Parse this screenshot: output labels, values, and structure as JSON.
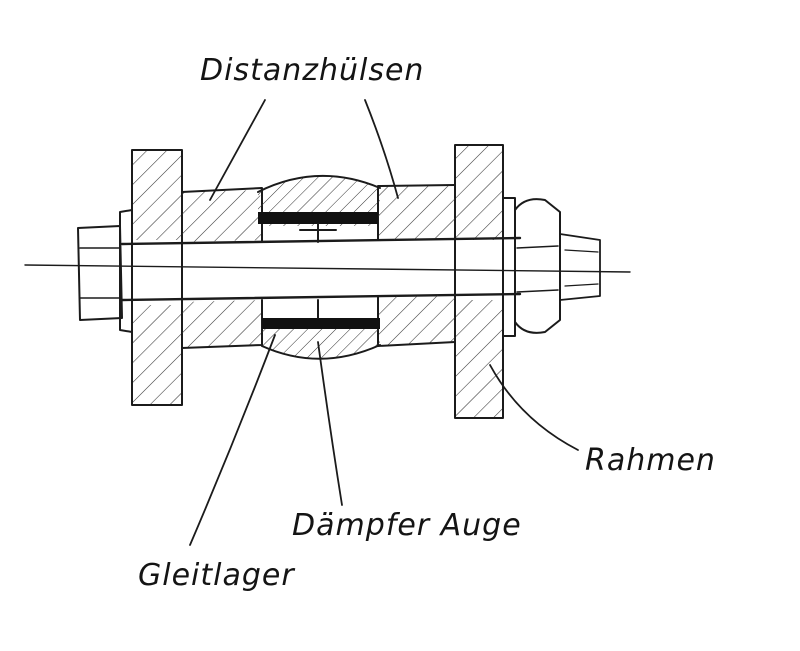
{
  "labels": {
    "distanzhuelsen": "Distanzhülsen",
    "rahmen": "Rahmen",
    "daempfer_auge": "Dämpfer Auge",
    "gleitlager": "Gleitlager"
  },
  "colors": {
    "paper": "#ffffff",
    "ink": "#1b1b1b"
  }
}
